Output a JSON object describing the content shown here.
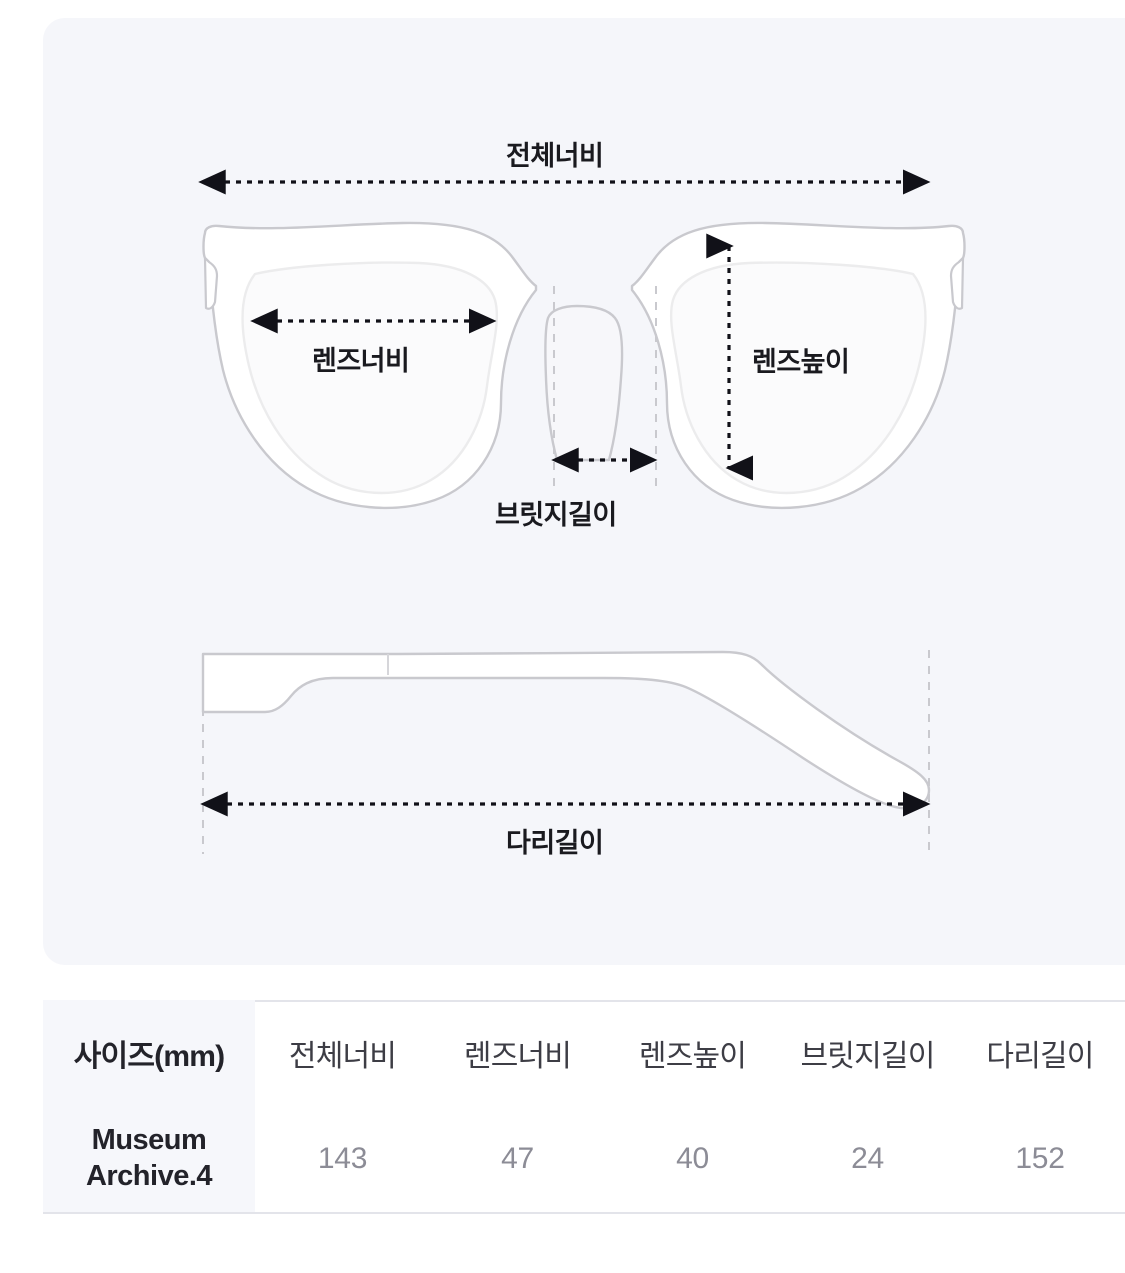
{
  "diagram": {
    "labels": {
      "total_width": "전체너비",
      "lens_width": "렌즈너비",
      "lens_height": "렌즈높이",
      "bridge_length": "브릿지길이",
      "temple_length": "다리길이"
    },
    "colors": {
      "card_background": "#f5f6fa",
      "frame_fill": "#ffffff",
      "frame_outline": "#c9c9ce",
      "lens_outline": "#ececed",
      "arrow": "#111118",
      "guide_line": "#c9c9ce"
    }
  },
  "table": {
    "headers": [
      "사이즈(mm)",
      "전체너비",
      "렌즈너비",
      "렌즈높이",
      "브릿지길이",
      "다리길이"
    ],
    "rows": [
      {
        "name": "Museum\nArchive.4",
        "name_line1": "Museum",
        "name_line2": "Archive.4",
        "values": [
          "143",
          "47",
          "40",
          "24",
          "152"
        ]
      }
    ],
    "colors": {
      "header_col_bg": "#f6f7fb",
      "border": "#e3e4ea",
      "value_text": "#8c8c96",
      "header_text": "#3d3d45"
    }
  }
}
